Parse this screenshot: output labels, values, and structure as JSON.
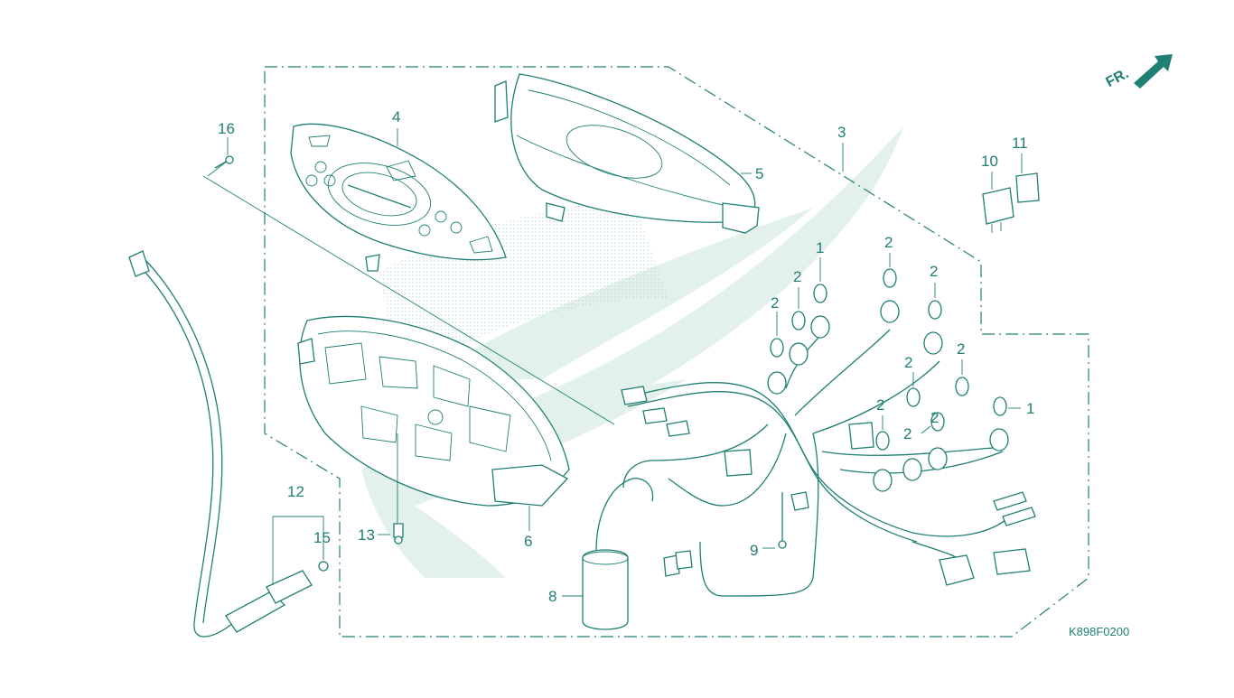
{
  "diagram": {
    "code": "K898F0200",
    "fr_label": "FR.",
    "colors": {
      "line": "#1e7f72",
      "watermark": "#e3f1ec"
    },
    "callouts": [
      {
        "id": "c-16",
        "text": "16"
      },
      {
        "id": "c-4",
        "text": "4"
      },
      {
        "id": "c-3",
        "text": "3"
      },
      {
        "id": "c-5",
        "text": "5"
      },
      {
        "id": "c-10",
        "text": "10"
      },
      {
        "id": "c-11",
        "text": "11"
      },
      {
        "id": "c-1a",
        "text": "1"
      },
      {
        "id": "c-1b",
        "text": "1"
      },
      {
        "id": "c-2a",
        "text": "2"
      },
      {
        "id": "c-2b",
        "text": "2"
      },
      {
        "id": "c-2c",
        "text": "2"
      },
      {
        "id": "c-2d",
        "text": "2"
      },
      {
        "id": "c-2e",
        "text": "2"
      },
      {
        "id": "c-2f",
        "text": "2"
      },
      {
        "id": "c-2g",
        "text": "2"
      },
      {
        "id": "c-2h",
        "text": "2"
      },
      {
        "id": "c-2i",
        "text": "2"
      },
      {
        "id": "c-6",
        "text": "6"
      },
      {
        "id": "c-12",
        "text": "12"
      },
      {
        "id": "c-13",
        "text": "13"
      },
      {
        "id": "c-15",
        "text": "15"
      },
      {
        "id": "c-9",
        "text": "9"
      },
      {
        "id": "c-8",
        "text": "8"
      }
    ]
  }
}
